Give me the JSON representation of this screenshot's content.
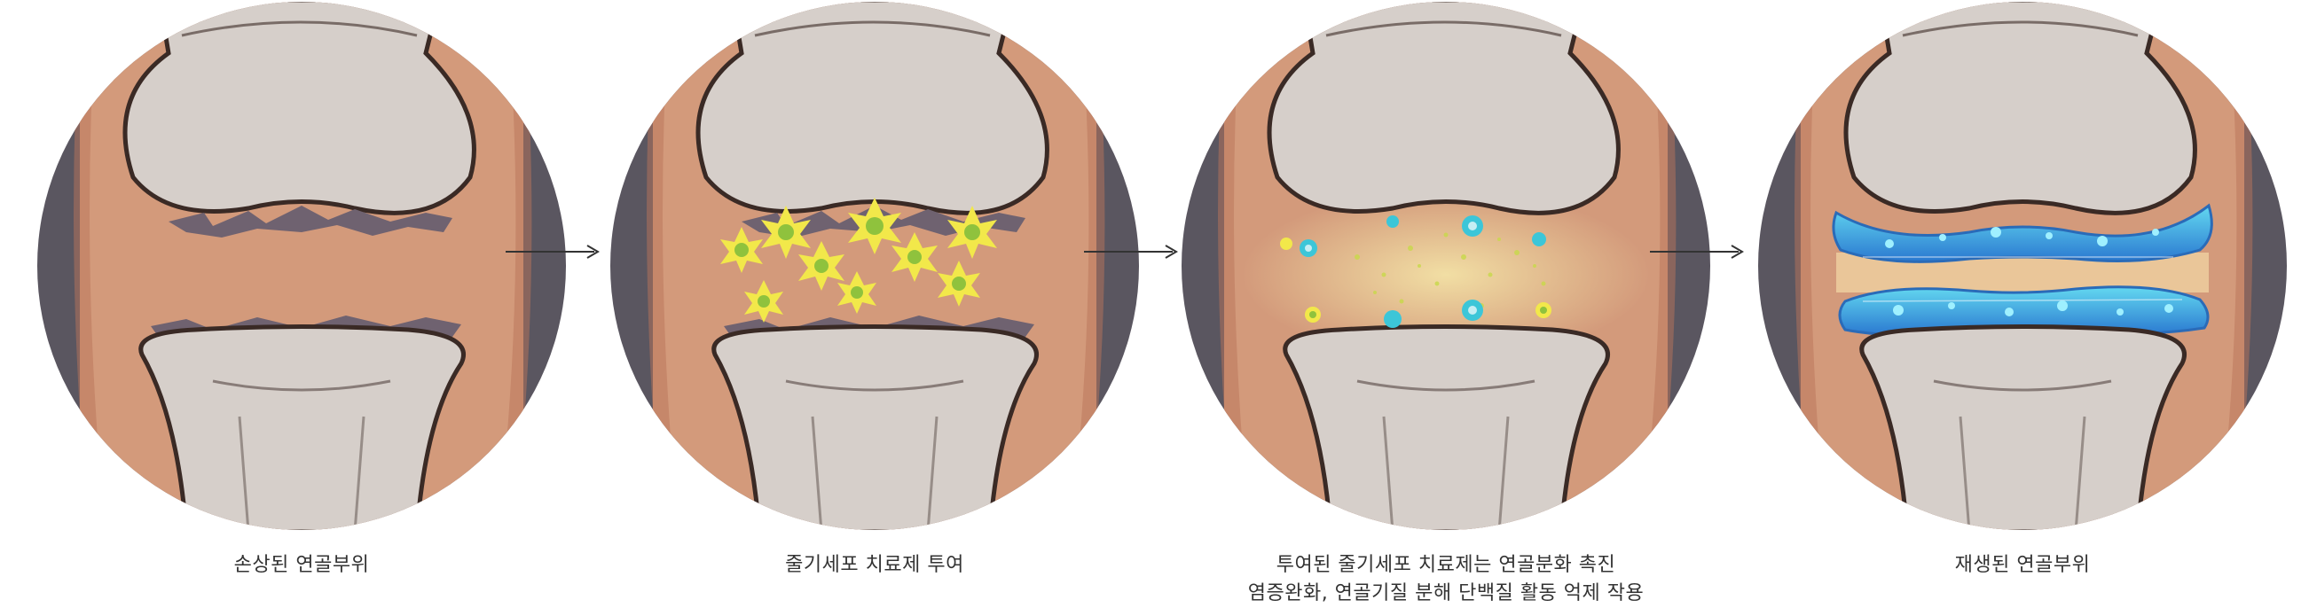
{
  "panels": [
    {
      "caption": [
        "손상된 연골부위"
      ]
    },
    {
      "caption": [
        "줄기세포 치료제 투여"
      ]
    },
    {
      "caption": [
        "투여된 줄기세포 치료제는 연골분화 촉진",
        "염증완화, 연골기질 분해 단백질 활동 억제 작용"
      ]
    },
    {
      "caption": [
        "재생된 연골부위"
      ]
    }
  ],
  "colors": {
    "skin": "#d39a7b",
    "skin_dark": "#b9735a",
    "bone": "#d6cfca",
    "bone_outline": "#3a2a25",
    "background_dark": "#5a5660",
    "stem_cell": "#f2e84a",
    "stem_cell_core": "#8fc23d",
    "cartilage_blue": "#3a8fe0",
    "cartilage_glow": "#63d8f0",
    "damage": "#6f6270",
    "arrow": "#333333"
  }
}
